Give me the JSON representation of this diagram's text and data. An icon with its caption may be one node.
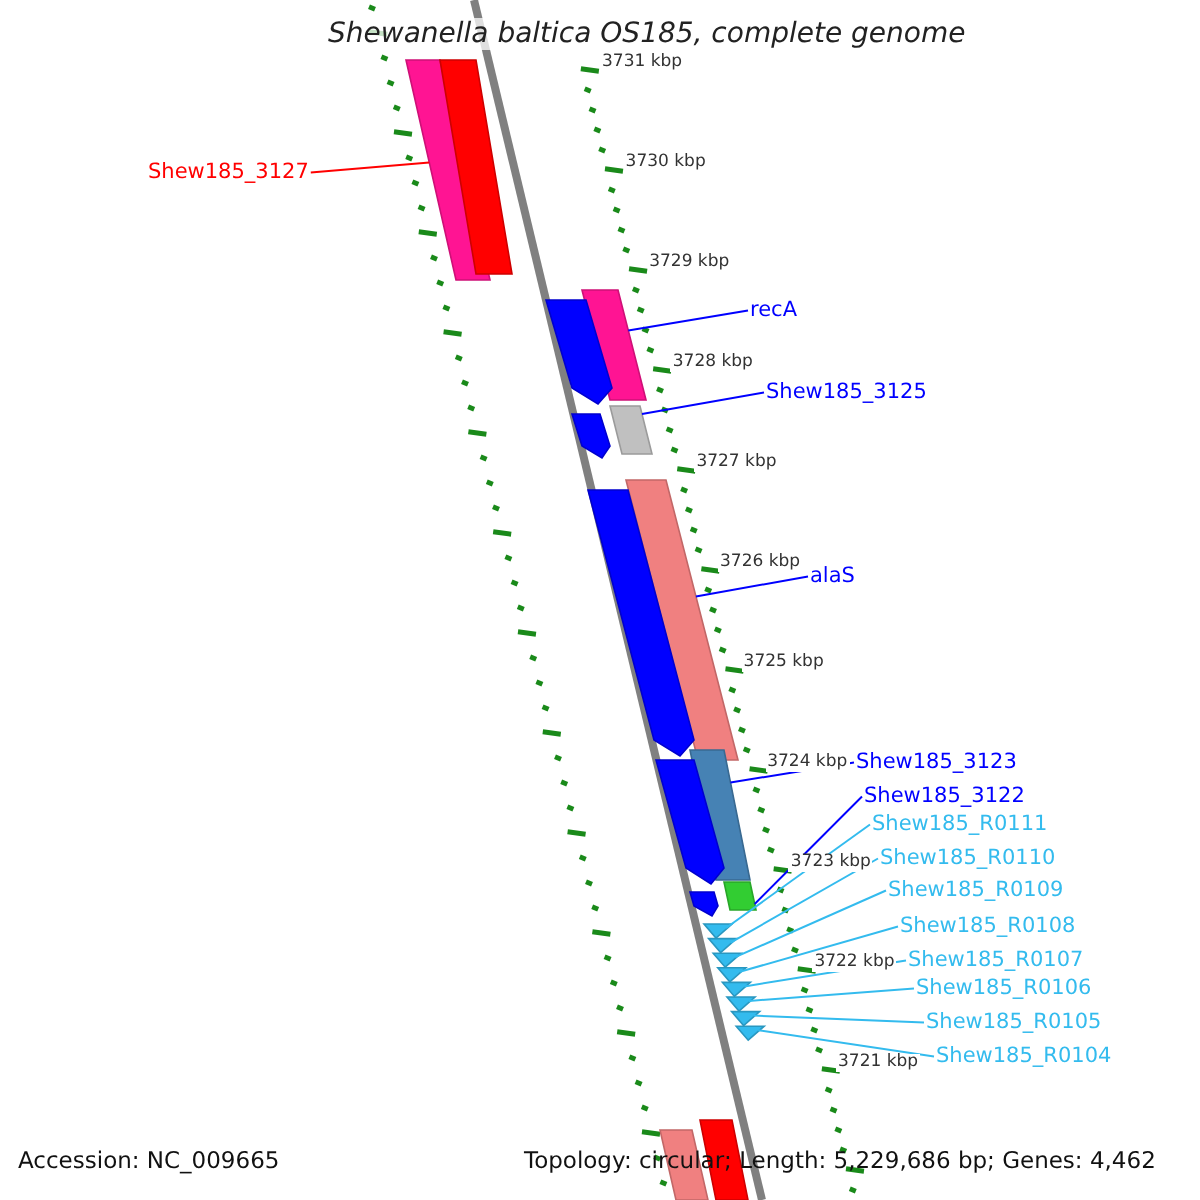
{
  "diagram": {
    "title": "Shewanella baltica OS185, complete genome",
    "nodes": [
      {
        "text": [
          "Shew185_3127"
        ]
      },
      {
        "text": [],
        "shape": "bar"
      },
      {
        "text": [
          "recA"
        ]
      },
      {
        "text": [],
        "shape": "bar"
      },
      {
        "text": [
          "Shew185_3125"
        ]
      },
      {
        "text": [],
        "shape": "bar"
      },
      {
        "text": [
          "alaS"
        ]
      },
      {
        "text": [],
        "shape": "bar"
      },
      {
        "text": [
          "Shew185_3123"
        ]
      },
      {
        "text": [],
        "shape": "bar"
      },
      {
        "text": [
          "Shew185_3122"
        ]
      },
      {
        "text": [],
        "shape": "bar"
      },
      {
        "text": [
          "Shew185_R0111"
        ]
      },
      {
        "text": [
          "Shew185_R0110"
        ]
      },
      {
        "text": [
          "Shew185_R0109"
        ]
      },
      {
        "text": [
          "Shew185_R0108"
        ]
      },
      {
        "text": [
          "Shew185_R0107"
        ]
      },
      {
        "text": [
          "Shew185_R0106"
        ]
      },
      {
        "text": [
          "Shew185_R0105"
        ]
      },
      {
        "text": [
          "Shew185_R0104"
        ]
      },
      {
        "text": [],
        "shape": "triangle"
      },
      {
        "text": [],
        "shape": "triangle"
      },
      {
        "text": [],
        "shape": "triangle"
      },
      {
        "text": [],
        "shape": "triangle"
      },
      {
        "text": [],
        "shape": "triangle"
      },
      {
        "text": [],
        "shape": "triangle"
      },
      {
        "text": [],
        "shape": "triangle"
      },
      {
        "text": [],
        "shape": "triangle"
      },
      {
        "text": [],
        "shape": "arrow"
      },
      {
        "text": [],
        "shape": "arrow"
      },
      {
        "text": [],
        "shape": "arrow"
      },
      {
        "text": [],
        "shape": "arrow"
      },
      {
        "text": [],
        "shape": "arrow"
      },
      {
        "text": [],
        "shape": "bar"
      },
      {
        "text": [],
        "shape": "bar"
      },
      {
        "text": [],
        "shape": "bar"
      }
    ],
    "edges": [
      {
        "from": 0,
        "to": 1,
        "arrow": "none",
        "color": "#ff0000"
      },
      {
        "from": 2,
        "to": 3,
        "arrow": "none",
        "color": "#0000ff"
      },
      {
        "from": 4,
        "to": 5,
        "arrow": "none",
        "color": "#0000ff"
      },
      {
        "from": 6,
        "to": 7,
        "arrow": "none",
        "color": "#0000ff"
      },
      {
        "from": 8,
        "to": 9,
        "arrow": "none",
        "color": "#0000ff"
      },
      {
        "from": 10,
        "to": 11,
        "arrow": "none",
        "color": "#0000ff"
      },
      {
        "from": 12,
        "to": 20,
        "arrow": "none"
      },
      {
        "from": 13,
        "to": 21,
        "arrow": "none"
      },
      {
        "from": 14,
        "to": 22,
        "arrow": "none"
      },
      {
        "from": 15,
        "to": 23,
        "arrow": "none"
      },
      {
        "from": 16,
        "to": 24,
        "arrow": "none"
      },
      {
        "from": 17,
        "to": 25,
        "arrow": "none"
      },
      {
        "from": 18,
        "to": 26,
        "arrow": "none"
      },
      {
        "from": 19,
        "to": 27,
        "arrow": "none"
      }
    ],
    "labels": [
      "3731 kbp",
      "3730 kbp",
      "3729 kbp",
      "3728 kbp",
      "3727 kbp",
      "3726 kbp",
      "3725 kbp",
      "3724 kbp",
      "3723 kbp",
      "3722 kbp",
      "3721 kbp",
      "Accession: NC_009665",
      "Topology: circular; Length: 5,229,686 bp; Genes: 4,462"
    ]
  }
}
